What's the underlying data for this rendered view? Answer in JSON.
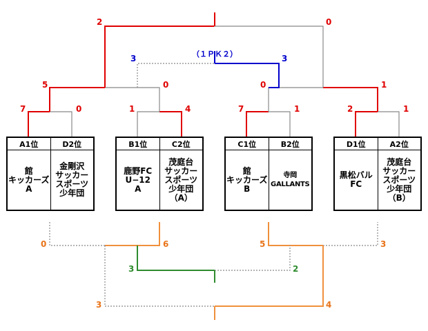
{
  "colors": {
    "win_red": "#e00000",
    "win_blue": "#0000cc",
    "gray": "#888888",
    "orange": "#f0903c",
    "green": "#2e8b2e",
    "text_orange": "#e8741a",
    "text_green": "#2e8b2e"
  },
  "teams": [
    {
      "rank": "A1位",
      "name": "館\nキッカーズ\nA"
    },
    {
      "rank": "D2位",
      "name": "金剛沢\nサッカー\nスポーツ\n少年団"
    },
    {
      "rank": "B1位",
      "name": "鹿野FC\nU−12\nA"
    },
    {
      "rank": "C2位",
      "name": "茂庭台\nサッカー\nスポーツ\n少年団\n（A）"
    },
    {
      "rank": "C1位",
      "name": "館\nキッカーズ\nB"
    },
    {
      "rank": "B2位",
      "name": "寺岡\nGALLANTS"
    },
    {
      "rank": "D1位",
      "name": "黒松バル\nFC"
    },
    {
      "rank": "A2位",
      "name": "茂庭台\nサッカー\nスポーツ\n少年団\n（B）"
    }
  ],
  "upper": {
    "r1": [
      {
        "left": "7",
        "right": "0"
      },
      {
        "left": "1",
        "right": "4"
      },
      {
        "left": "7",
        "right": "1"
      },
      {
        "left": "2",
        "right": "1"
      }
    ],
    "r2": [
      {
        "left": "5",
        "right": "0"
      },
      {
        "left": "0",
        "right": "1"
      }
    ],
    "final": {
      "left": "2",
      "right": "0"
    },
    "third": {
      "left": "3",
      "right": "3",
      "pk": "（１ＰＫ２）"
    }
  },
  "lower": {
    "r1": [
      {
        "left": "0",
        "right": "6"
      },
      {
        "left": "5",
        "right": "3"
      }
    ],
    "minor": {
      "left": "3",
      "right": "2"
    },
    "main": {
      "left": "3",
      "right": "4"
    }
  }
}
